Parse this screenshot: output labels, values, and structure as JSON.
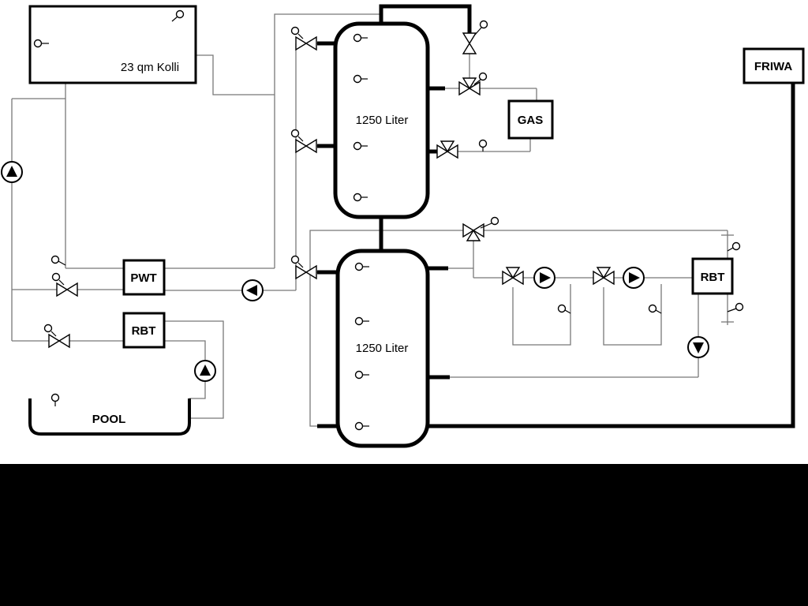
{
  "diagram_labels": {
    "collector": "23 qm Kolli",
    "buffer_tank_top": "1250 Liter",
    "buffer_tank_bottom": "1250 Liter",
    "pwt": "PWT",
    "rbt_left": "RBT",
    "gas": "GAS",
    "friwa": "FRIWA",
    "rbt_right": "RBT",
    "pool": "POOL"
  },
  "icons": {
    "pump_icon": "circle with solid directional triangle",
    "valve_icon": "two-triangle bowtie shut-off valve",
    "three_way_valve_icon": "bowtie valve with third branch triangle",
    "sensor_icon": "small circle temperature sensor",
    "actuator_icon": "small circle on stem above valve"
  },
  "colors": {
    "background": "#ffffff",
    "bottom_band": "#000000",
    "pipe_thin": "#787878",
    "pipe_thick": "#000000",
    "component_stroke": "#000000",
    "component_fill": "#ffffff"
  }
}
